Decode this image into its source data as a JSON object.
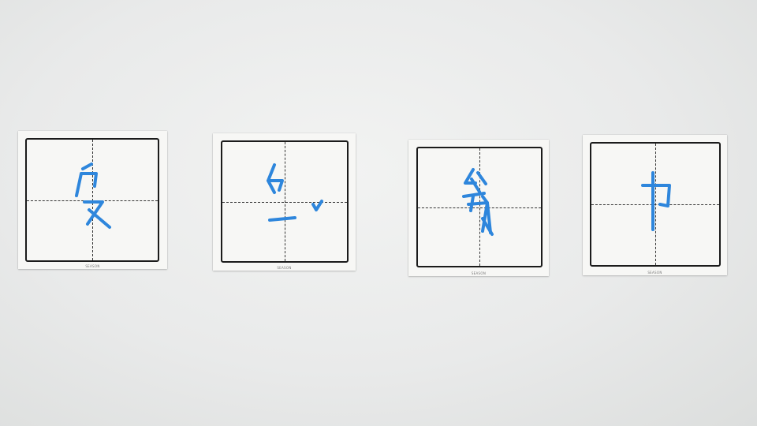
{
  "cards": [
    {
      "symbol_name": "bopomofo-syllable-1",
      "brand": "SEASON"
    },
    {
      "symbol_name": "bopomofo-syllable-2",
      "brand": "SEASON"
    },
    {
      "symbol_name": "bopomofo-syllable-3",
      "brand": "SEASON"
    },
    {
      "symbol_name": "bopomofo-syllable-4",
      "brand": "SEASON"
    }
  ],
  "ink_color": "#2e86dc"
}
